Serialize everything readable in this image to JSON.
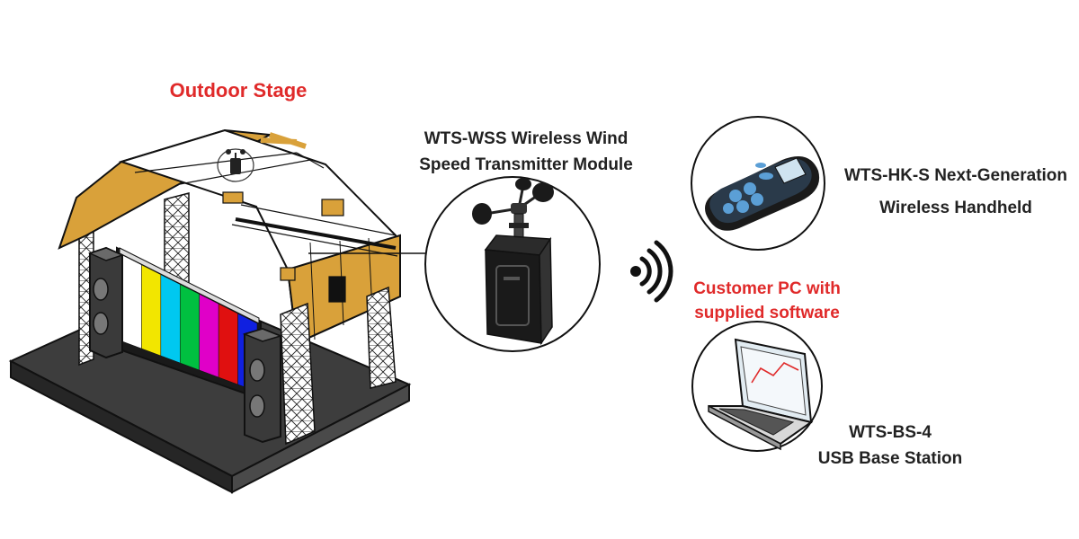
{
  "colors": {
    "accent_red": "#e02a2a",
    "label_text": "#222222",
    "roof_gold": "#d9a13a",
    "outline": "#111111",
    "platform": "#3d3d3d",
    "handheld_body": "#2a3a4a",
    "handheld_buttons": "#5b9fd6"
  },
  "stage": {
    "title": "Outdoor Stage",
    "screen_colors": [
      "#ffffff",
      "#f2e600",
      "#00c8f0",
      "#00c040",
      "#e000c8",
      "#e01010",
      "#1020e0"
    ],
    "icon": "outdoor-stage-icon"
  },
  "transmitter": {
    "title_lines": [
      "WTS-WSS Wireless Wind",
      "Speed Transmitter Module"
    ],
    "icon": "anemometer-transmitter-icon"
  },
  "wireless": {
    "icon": "wireless-signal-icon"
  },
  "handheld": {
    "title_lines": [
      "WTS-HK-S Next-Generation",
      "Wireless Handheld"
    ],
    "icon": "wireless-handheld-icon"
  },
  "pc": {
    "title_lines": [
      "Customer PC with",
      "supplied software"
    ]
  },
  "base_station": {
    "title_lines": [
      "WTS-BS-4",
      "USB Base Station"
    ],
    "icon": "laptop-base-station-icon"
  }
}
